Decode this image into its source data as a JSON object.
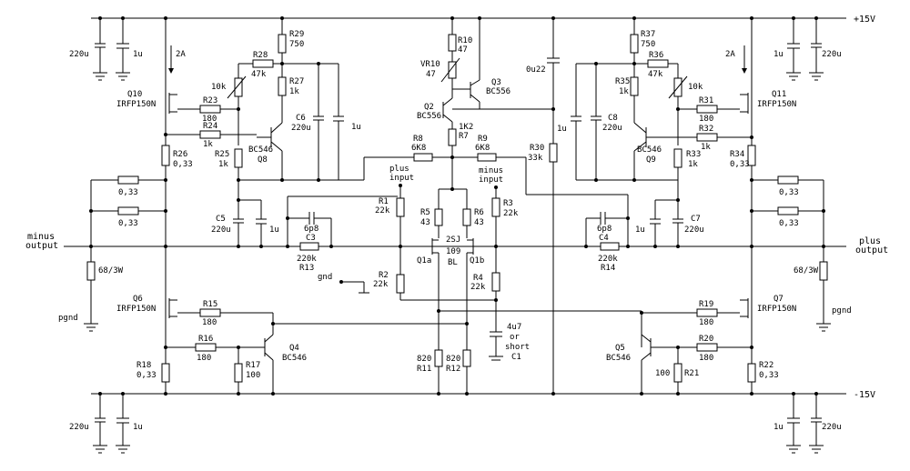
{
  "rails": {
    "pos": "+15V",
    "neg": "-15V"
  },
  "io": {
    "minus_output": [
      "minus",
      "output"
    ],
    "plus_output": [
      "plus",
      "output"
    ],
    "plus_input": [
      "plus",
      "input"
    ],
    "minus_input": [
      "minus",
      "input"
    ],
    "gnd": "gnd",
    "pgnd_left": "pgnd",
    "pgnd_right": "pgnd"
  },
  "parts": {
    "C_tl1": "220u",
    "C_tl2": "1u",
    "I_left": "2A",
    "R29": "R29",
    "R29v": "750",
    "R28": "R28",
    "R28v": "47k",
    "pot_l": "10k",
    "R27": "R27",
    "R27v": "1k",
    "Q10": "Q10",
    "Q10t": "IRFP150N",
    "R23": "R23",
    "R23v": "180",
    "R24": "R24",
    "R24v": "1k",
    "C6": "C6",
    "C6v": "220u",
    "C6b": "1u",
    "R25": "R25",
    "R25v": "1k",
    "Q8t": "BC546",
    "Q8": "Q8",
    "R26": "R26",
    "R26v": "0,33",
    "R033a": "0,33",
    "R033b": "0,33",
    "C5": "C5",
    "C5v": "220u",
    "C5b": "1u",
    "C3v": "6p8",
    "C3": "C3",
    "R13v": "220k",
    "R13": "R13",
    "R_68l": "68/3W",
    "Q6": "Q6",
    "Q6t": "IRFP150N",
    "R15": "R15",
    "R15v": "180",
    "R16": "R16",
    "R16v": "180",
    "Q4": "Q4",
    "Q4t": "BC546",
    "R18": "R18",
    "R18v": "0,33",
    "R17": "R17",
    "R17v": "100",
    "C_bl1": "220u",
    "C_bl2": "1u",
    "R10": "R10",
    "R10v": "47",
    "VR10": "VR10",
    "VR10v": "47",
    "Q3": "Q3",
    "Q3t": "BC556",
    "Q2": "Q2",
    "Q2t": "BC556",
    "R7v": "1K2",
    "R7": "R7",
    "R8": "R8",
    "R8v": "6K8",
    "R9": "R9",
    "R9v": "6K8",
    "R1": "R1",
    "R1v": "22k",
    "R3": "R3",
    "R3v": "22k",
    "R5": "R5",
    "R5v": "43",
    "R6": "R6",
    "R6v": "43",
    "J1": "2SJ",
    "J2": "109",
    "J3": "BL",
    "Q1a": "Q1a",
    "Q1b": "Q1b",
    "R2": "R2",
    "R2v": "22k",
    "R4": "R4",
    "R4v": "22k",
    "C1a": "4u7",
    "C1b": "or",
    "C1c": "short",
    "C1": "C1",
    "R11v": "820",
    "R11": "R11",
    "R12v": "820",
    "R12": "R12",
    "C0u22": "0u22",
    "R30": "R30",
    "R30v": "33k",
    "R37": "R37",
    "R37v": "750",
    "R35": "R35",
    "R35v": "1k",
    "R36": "R36",
    "R36v": "47k",
    "pot_r": "10k",
    "I_right": "2A",
    "C8b": "1u",
    "C8": "C8",
    "C8v": "220u",
    "R31": "R31",
    "R31v": "180",
    "R32": "R32",
    "R32v": "1k",
    "Q9t": "BC546",
    "Q9": "Q9",
    "R33": "R33",
    "R33v": "1k",
    "R34": "R34",
    "R34v": "0,33",
    "Q11": "Q11",
    "Q11t": "IRFP150N",
    "C_tr1": "1u",
    "C_tr2": "220u",
    "R033c": "0,33",
    "R033d": "0,33",
    "C4v": "6p8",
    "C4": "C4",
    "C7b": "1u",
    "C7": "C7",
    "C7v": "220u",
    "R14v": "220k",
    "R14": "R14",
    "R_68r": "68/3W",
    "Q7": "Q7",
    "Q7t": "IRFP150N",
    "R19": "R19",
    "R19v": "180",
    "Q5": "Q5",
    "Q5t": "BC546",
    "R20": "R20",
    "R20v": "180",
    "R21v": "100",
    "R21": "R21",
    "R22": "R22",
    "R22v": "0,33",
    "C_br1": "1u",
    "C_br2": "220u"
  }
}
